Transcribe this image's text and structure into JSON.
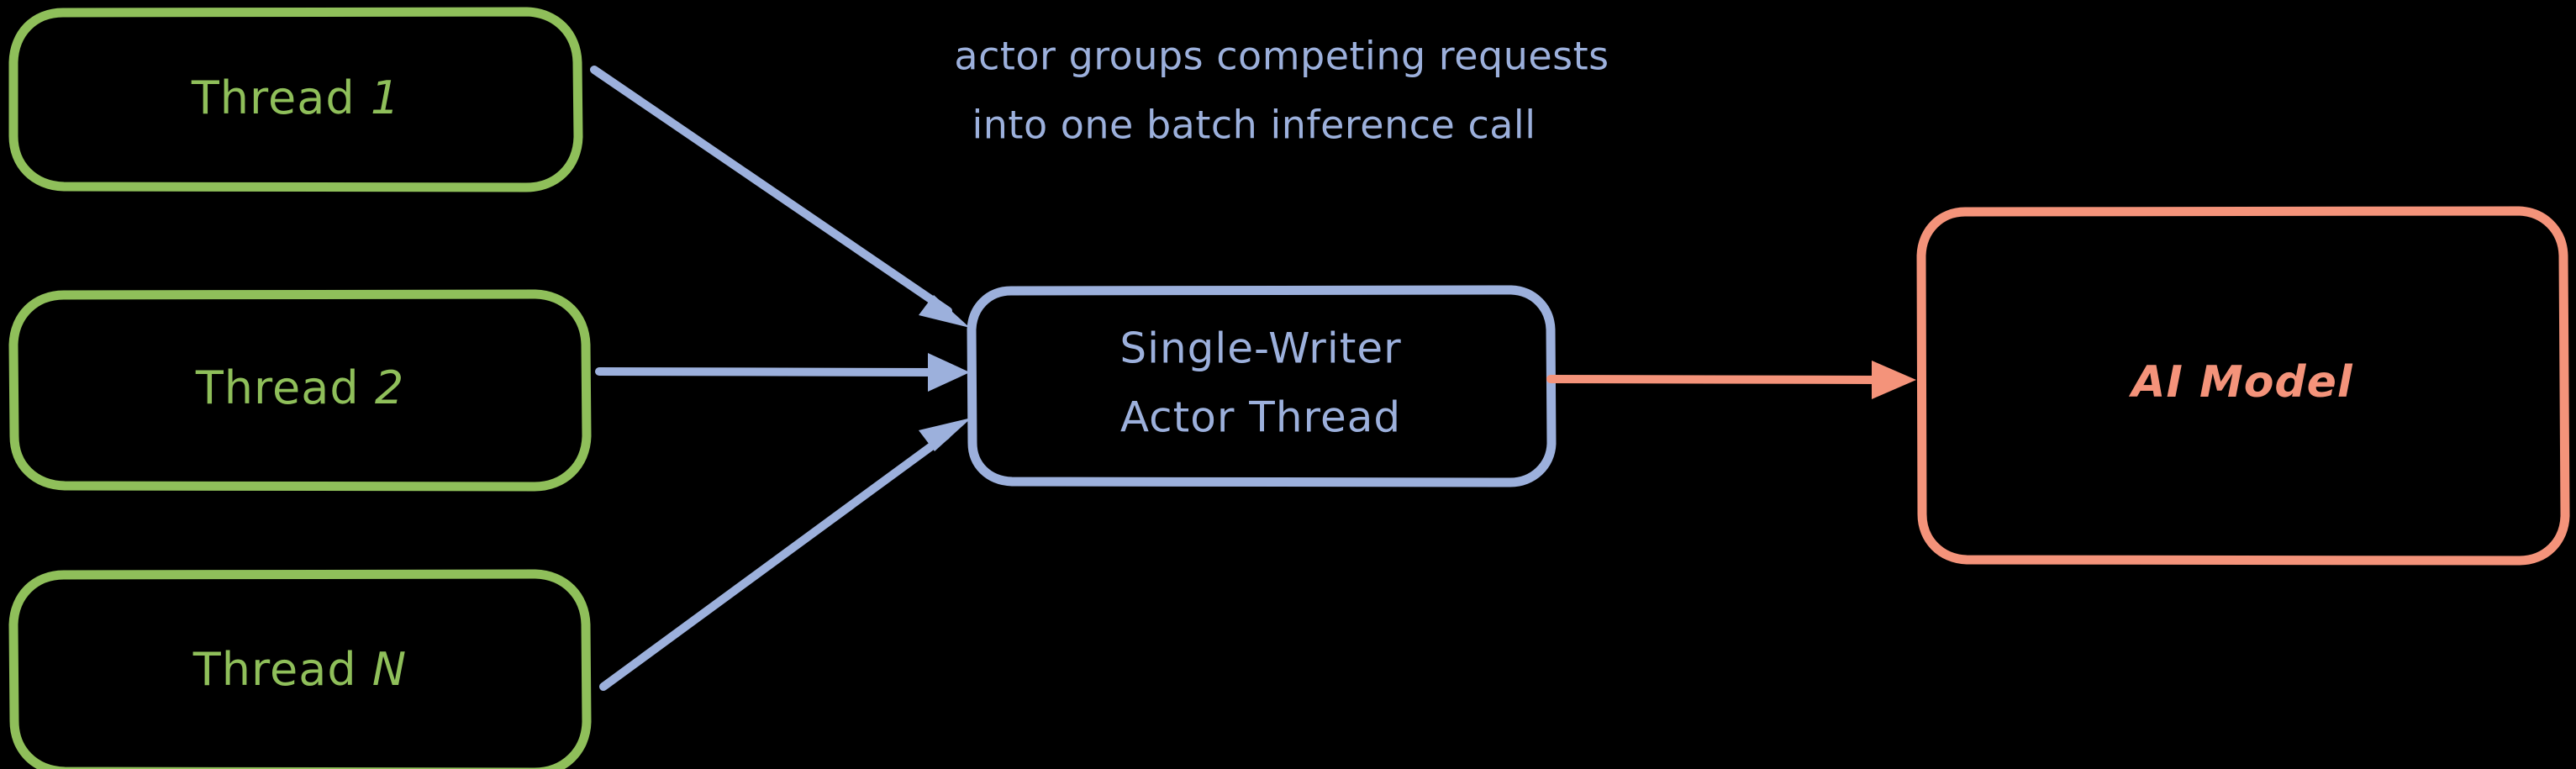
{
  "diagram": {
    "title": "Actor batching inference diagram",
    "background_color": "#000000",
    "palette": {
      "thread_green": "#8FBF5A",
      "actor_blue": "#9CB0DC",
      "model_salmon": "#F4937A"
    },
    "caption": {
      "name": "actor-grouping-caption",
      "color": "#9CB0DC",
      "lines": [
        "actor groups competing requests",
        "into one batch inference call"
      ]
    },
    "nodes": [
      {
        "id": "thread-1",
        "label": "Thread 1",
        "label_plain": "Thread",
        "label_emphasis": "1",
        "color": "#8FBF5A",
        "shape": "rounded-rectangle"
      },
      {
        "id": "thread-2",
        "label": "Thread 2",
        "label_plain": "Thread",
        "label_emphasis": "2",
        "color": "#8FBF5A",
        "shape": "rounded-rectangle"
      },
      {
        "id": "thread-n",
        "label": "Thread N",
        "label_plain": "Thread",
        "label_emphasis": "N",
        "color": "#8FBF5A",
        "shape": "rounded-rectangle"
      },
      {
        "id": "actor-thread",
        "label": "Single-Writer Actor Thread",
        "line1": "Single-Writer",
        "line2": "Actor Thread",
        "color": "#9CB0DC",
        "shape": "rounded-rectangle"
      },
      {
        "id": "ai-model",
        "label": "AI Model",
        "color": "#F4937A",
        "shape": "rounded-rectangle"
      }
    ],
    "edges": [
      {
        "id": "edge-thread1-actor",
        "from": "thread-1",
        "to": "actor-thread",
        "color": "#9CB0DC",
        "arrowhead": "end"
      },
      {
        "id": "edge-thread2-actor",
        "from": "thread-2",
        "to": "actor-thread",
        "color": "#9CB0DC",
        "arrowhead": "end"
      },
      {
        "id": "edge-threadn-actor",
        "from": "thread-n",
        "to": "actor-thread",
        "color": "#9CB0DC",
        "arrowhead": "end"
      },
      {
        "id": "edge-actor-model",
        "from": "actor-thread",
        "to": "ai-model",
        "color": "#F4937A",
        "arrowhead": "end"
      }
    ]
  }
}
